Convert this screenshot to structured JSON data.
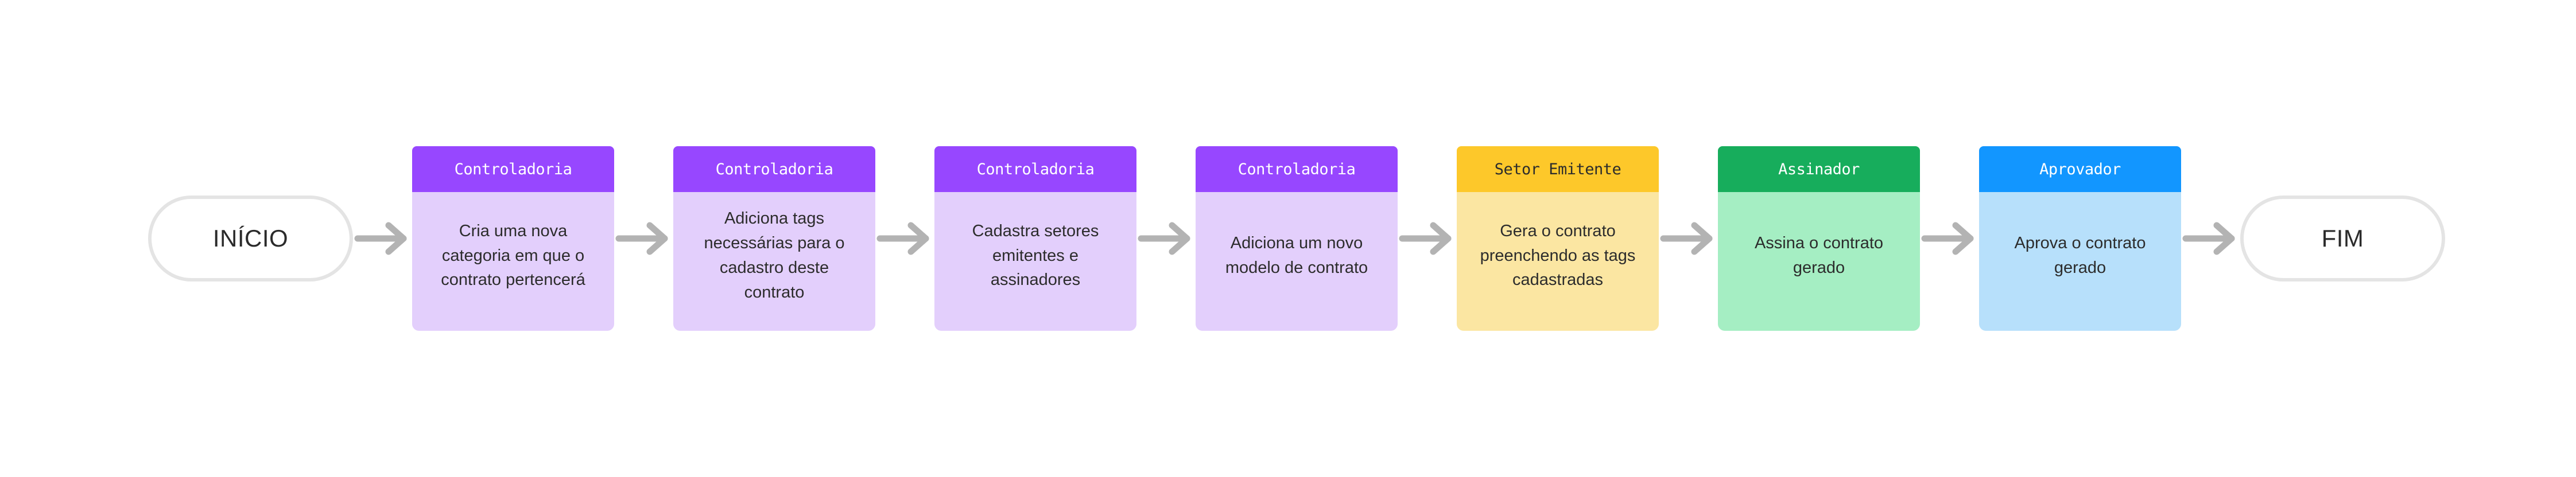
{
  "diagram": {
    "type": "flowchart",
    "orientation": "left-to-right",
    "background": "#ffffff",
    "connector": {
      "icon": "arrow-right-icon",
      "color": "#b3b3b3",
      "count": 8
    },
    "start": {
      "label": "INÍCIO",
      "border_color": "#e4e4e4",
      "text_color": "#2b2b2b"
    },
    "end": {
      "label": "FIM",
      "border_color": "#e4e4e4",
      "text_color": "#2b2b2b"
    },
    "steps": [
      {
        "role": "Controladoria",
        "description": "Cria uma nova categoria em que o contrato pertencerá",
        "header_bg": "#9747ff",
        "header_text": "#ffffff",
        "body_bg": "#e3cffc",
        "body_text": "#2c2c2c"
      },
      {
        "role": "Controladoria",
        "description": "Adiciona tags necessárias para o cadastro deste contrato",
        "header_bg": "#9747ff",
        "header_text": "#ffffff",
        "body_bg": "#e3cffc",
        "body_text": "#2c2c2c"
      },
      {
        "role": "Controladoria",
        "description": "Cadastra setores emitentes e assinadores",
        "header_bg": "#9747ff",
        "header_text": "#ffffff",
        "body_bg": "#e3cffc",
        "body_text": "#2c2c2c"
      },
      {
        "role": "Controladoria",
        "description": "Adiciona um novo modelo de contrato",
        "header_bg": "#9747ff",
        "header_text": "#ffffff",
        "body_bg": "#e3cffc",
        "body_text": "#2c2c2c"
      },
      {
        "role": "Setor Emitente",
        "description": "Gera o contrato preenchendo as tags cadastradas",
        "header_bg": "#fdc82a",
        "header_text": "#2c2c2c",
        "body_bg": "#fbe6a2",
        "body_text": "#2c2c2c"
      },
      {
        "role": "Assinador",
        "description": "Assina o contrato gerado",
        "header_bg": "#17ad5c",
        "header_text": "#ffffff",
        "body_bg": "#a5eec3",
        "body_text": "#2c2c2c"
      },
      {
        "role": "Aprovador",
        "description": "Aprova o contrato gerado",
        "header_bg": "#1296ff",
        "header_text": "#ffffff",
        "body_bg": "#b7e0fb",
        "body_text": "#2c2c2c"
      }
    ]
  }
}
